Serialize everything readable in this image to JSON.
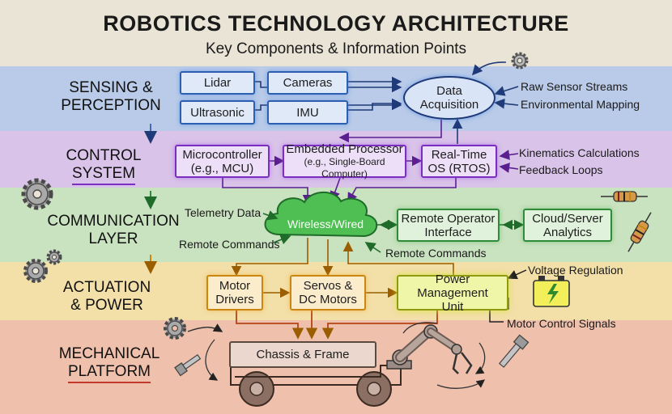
{
  "title": "ROBOTICS TECHNOLOGY ARCHITECTURE",
  "subtitle": "Key Components & Information Points",
  "colors": {
    "sensing_band": "#b9cbe8",
    "control_band": "#d9c3e9",
    "communication_band": "#c9e2bf",
    "actuation_band": "#f3dfa8",
    "mechanical_band": "#efc0ac"
  },
  "layers": {
    "sensing": {
      "label_line1": "SENSING &",
      "label_line2": "PERCEPTION",
      "components": {
        "lidar": "Lidar",
        "cameras": "Cameras",
        "ultrasonic": "Ultrasonic",
        "imu": "IMU"
      },
      "hub": {
        "line1": "Data",
        "line2": "Acquisition"
      },
      "notes": {
        "raw_streams": "Raw Sensor Streams",
        "env_mapping": "Environmental Mapping"
      }
    },
    "control": {
      "label_line1": "CONTROL",
      "label_line2": "SYSTEM",
      "mcu": {
        "line1": "Microcontroller",
        "line2": "(e.g., MCU)"
      },
      "embedded": {
        "line1": "Embedded Processor",
        "line2": "(e.g., Single-Board Computer)"
      },
      "rtos": {
        "line1": "Real-Time",
        "line2": "OS (RTOS)"
      },
      "notes": {
        "kinematics": "Kinematics Calculations",
        "feedback": "Feedback Loops"
      }
    },
    "communication": {
      "label_line1": "COMMUNICATION",
      "label_line2": "LAYER",
      "cloud_label": "Wireless/Wired",
      "remote_operator": {
        "line1": "Remote Operator",
        "line2": "Interface"
      },
      "cloud_server": {
        "line1": "Cloud/Server",
        "line2": "Analytics"
      },
      "notes": {
        "telemetry": "Telemetry Data",
        "remote_cmds_left": "Remote Commands",
        "remote_cmds_right": "Remote Commands"
      }
    },
    "actuation": {
      "label_line1": "ACTUATION",
      "label_line2": "& POWER",
      "motor_drivers": {
        "line1": "Motor",
        "line2": "Drivers"
      },
      "servos": {
        "line1": "Servos &",
        "line2": "DC Motors"
      },
      "power_mgmt": {
        "line1": "Power Management",
        "line2": "Unit"
      },
      "notes": {
        "voltage": "Voltage Regulation",
        "motor_signals": "Motor Control Signals"
      }
    },
    "mechanical": {
      "label_line1": "MECHANICAL",
      "label_line2": "PLATFORM",
      "chassis": "Chassis & Frame"
    }
  },
  "icons": [
    "gear-icon",
    "resistor-icon",
    "battery-icon",
    "bolt-icon",
    "robot-arm-icon",
    "down-arrow-icon"
  ]
}
